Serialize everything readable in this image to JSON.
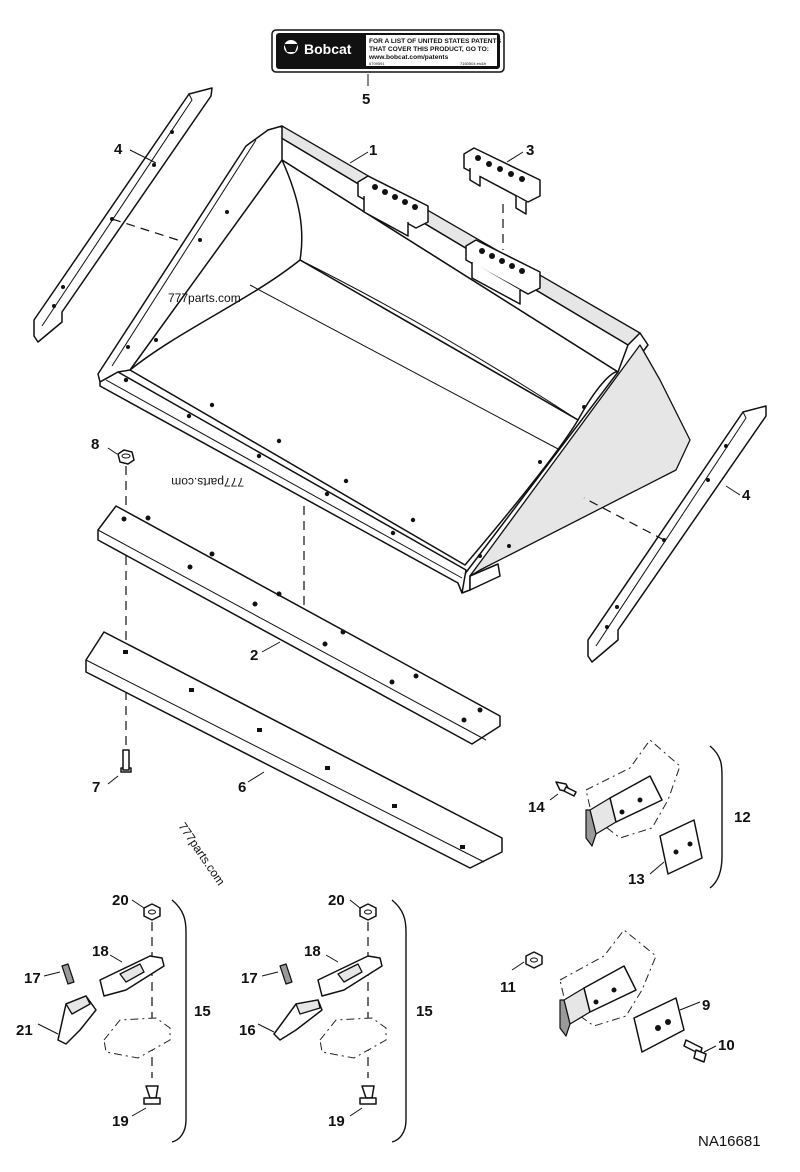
{
  "decal": {
    "brand": "Bobcat",
    "line1": "FOR A LIST OF UNITED STATES PATENTS",
    "line2": "THAT COVER THIS PRODUCT, GO TO:",
    "line3": "www.bobcat.com/patents",
    "code_left": "6709591",
    "code_right": "7160504 en&fr"
  },
  "callouts": {
    "c1": "1",
    "c2": "2",
    "c3": "3",
    "c4a": "4",
    "c4b": "4",
    "c5": "5",
    "c6": "6",
    "c7": "7",
    "c8": "8",
    "c9": "9",
    "c10": "10",
    "c11": "11",
    "c12": "12",
    "c13": "13",
    "c14": "14",
    "c15a": "15",
    "c15b": "15",
    "c16": "16",
    "c17a": "17",
    "c17b": "17",
    "c18a": "18",
    "c18b": "18",
    "c19a": "19",
    "c19b": "19",
    "c20a": "20",
    "c20b": "20",
    "c21": "21"
  },
  "watermarks": {
    "wm1": "777parts.com",
    "wm2": "777parts.com",
    "wm3": "777parts.com"
  },
  "figure_id": "NA16681"
}
